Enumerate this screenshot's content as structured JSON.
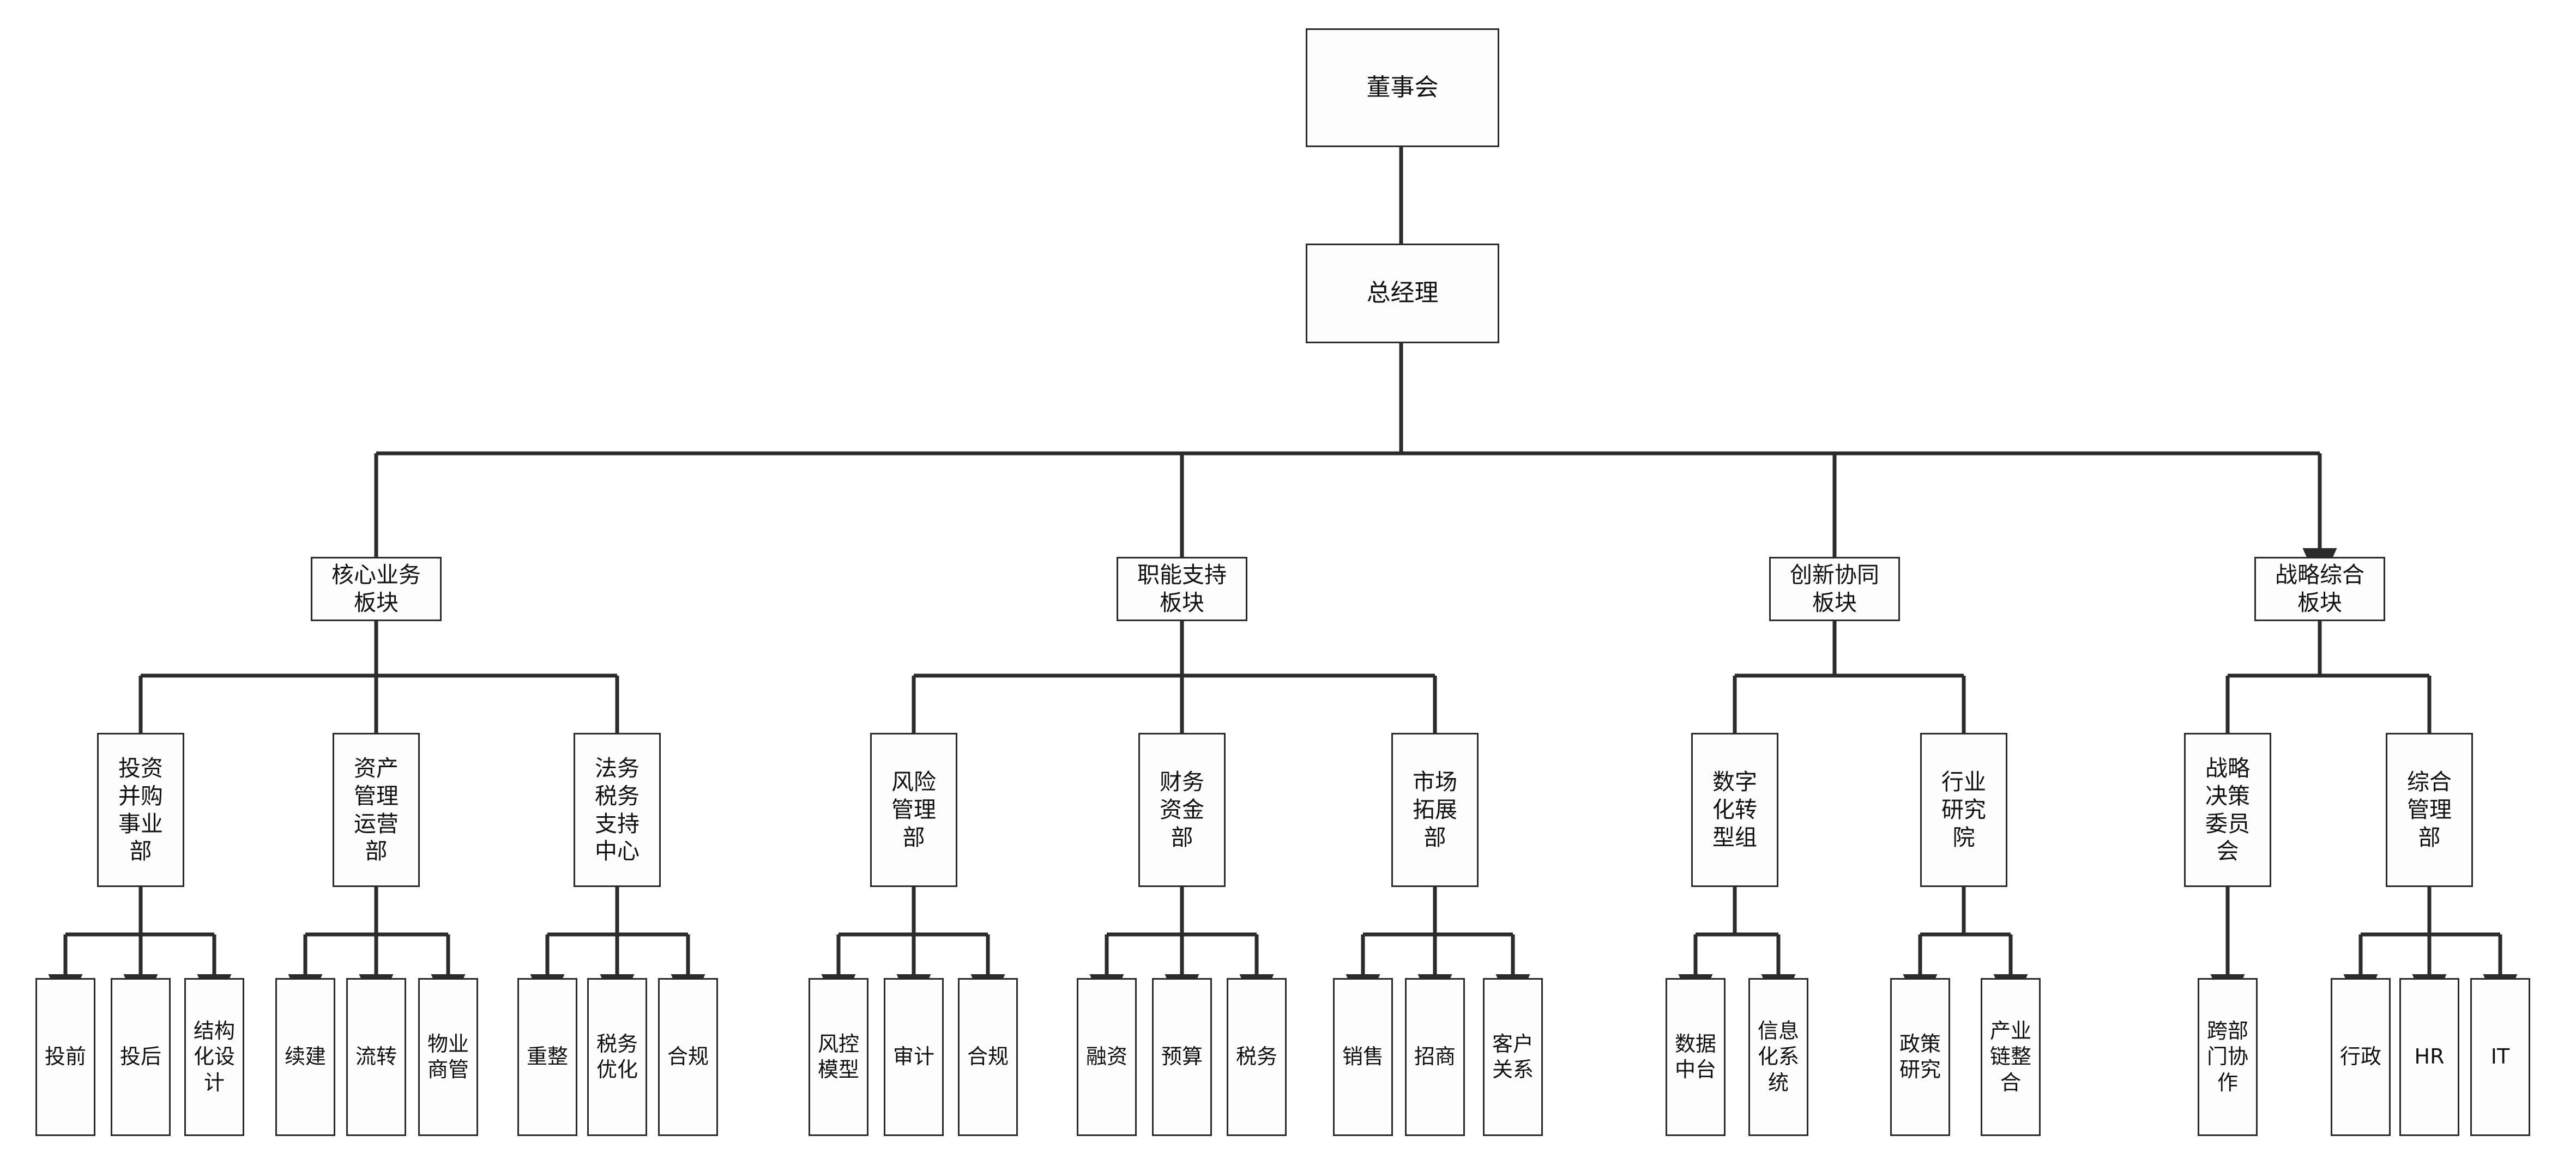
{
  "diagram": {
    "type": "org-chart",
    "orientation": "top-down",
    "background_color": "#ffffff",
    "node_border_color": "#2b2b2b",
    "node_fill_color": "#fdfdfd",
    "edge_color": "#2b2b2b",
    "text_color": "#111111"
  },
  "nodes": {
    "board": "董事会",
    "gm": "总经理",
    "div1": "核心业务\n板块",
    "div2": "职能支持\n板块",
    "div3": "创新协同\n板块",
    "div4": "战略综合\n板块",
    "d1a": "投资\n并购\n事业\n部",
    "d1b": "资产\n管理\n运营\n部",
    "d1c": "法务\n税务\n支持\n中心",
    "d2a": "风险\n管理\n部",
    "d2b": "财务\n资金\n部",
    "d2c": "市场\n拓展\n部",
    "d3a": "数字\n化转\n型组",
    "d3b": "行业\n研究\n院",
    "d4a": "战略\n决策\n委员\n会",
    "d4b": "综合\n管理\n部",
    "l_d1a_1": "投前",
    "l_d1a_2": "投后",
    "l_d1a_3": "结构\n化设\n计",
    "l_d1b_1": "续建",
    "l_d1b_2": "流转",
    "l_d1b_3": "物业\n商管",
    "l_d1c_1": "重整",
    "l_d1c_2": "税务\n优化",
    "l_d1c_3": "合规",
    "l_d2a_1": "风控\n模型",
    "l_d2a_2": "审计",
    "l_d2a_3": "合规",
    "l_d2b_1": "融资",
    "l_d2b_2": "预算",
    "l_d2b_3": "税务",
    "l_d2c_1": "销售",
    "l_d2c_2": "招商",
    "l_d2c_3": "客户\n关系",
    "l_d3a_1": "数据\n中台",
    "l_d3a_2": "信息\n化系\n统",
    "l_d3b_1": "政策\n研究",
    "l_d3b_2": "产业\n链整\n合",
    "l_d4a_1": "跨部\n门协\n作",
    "l_d4b_1": "行政",
    "l_d4b_2": "HR",
    "l_d4b_3": "IT"
  }
}
